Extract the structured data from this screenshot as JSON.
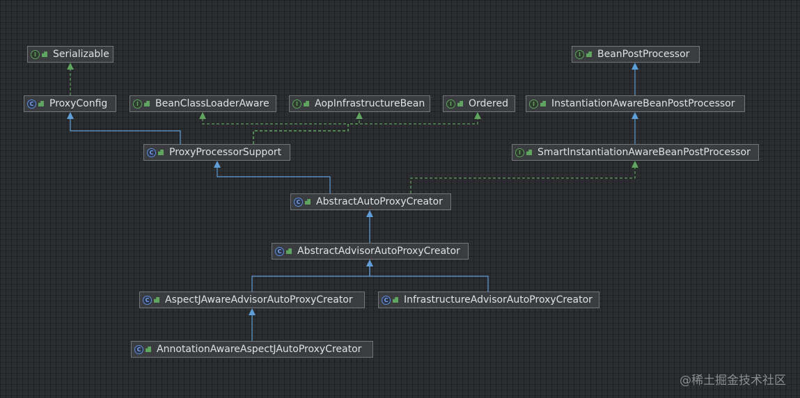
{
  "colors": {
    "background": "#2b2d30",
    "node_fill": "#3a3c3f",
    "node_border": "#73767a",
    "extends_edge": "#5f9ed8",
    "implements_edge": "#5fa45f",
    "interface_icon": "#5fa45f",
    "class_icon": "#5f8fdf"
  },
  "nodes": [
    {
      "id": "serializable",
      "label": "Serializable",
      "kind": "interface",
      "kind_glyph": "I",
      "icon": "interface-icon"
    },
    {
      "id": "bean-post-processor",
      "label": "BeanPostProcessor",
      "kind": "interface",
      "kind_glyph": "I",
      "icon": "interface-icon"
    },
    {
      "id": "proxy-config",
      "label": "ProxyConfig",
      "kind": "class",
      "kind_glyph": "C",
      "icon": "class-icon"
    },
    {
      "id": "bean-class-loader-aware",
      "label": "BeanClassLoaderAware",
      "kind": "interface",
      "kind_glyph": "I",
      "icon": "interface-icon"
    },
    {
      "id": "aop-infrastructure-bean",
      "label": "AopInfrastructureBean",
      "kind": "interface",
      "kind_glyph": "I",
      "icon": "interface-icon"
    },
    {
      "id": "ordered",
      "label": "Ordered",
      "kind": "interface",
      "kind_glyph": "I",
      "icon": "interface-icon"
    },
    {
      "id": "instantiation-aware-bpp",
      "label": "InstantiationAwareBeanPostProcessor",
      "kind": "interface",
      "kind_glyph": "I",
      "icon": "interface-icon"
    },
    {
      "id": "proxy-processor-support",
      "label": "ProxyProcessorSupport",
      "kind": "class",
      "kind_glyph": "C",
      "icon": "class-icon"
    },
    {
      "id": "smart-instantiation-aware-bpp",
      "label": "SmartInstantiationAwareBeanPostProcessor",
      "kind": "interface",
      "kind_glyph": "I",
      "icon": "interface-icon"
    },
    {
      "id": "abstract-auto-proxy-creator",
      "label": "AbstractAutoProxyCreator",
      "kind": "class",
      "kind_glyph": "C",
      "icon": "abstract-class-icon"
    },
    {
      "id": "abstract-advisor-auto-proxy-creator",
      "label": "AbstractAdvisorAutoProxyCreator",
      "kind": "class",
      "kind_glyph": "C",
      "icon": "abstract-class-icon"
    },
    {
      "id": "aspectj-aware-advisor-auto-proxy-creator",
      "label": "AspectJAwareAdvisorAutoProxyCreator",
      "kind": "class",
      "kind_glyph": "C",
      "icon": "class-icon"
    },
    {
      "id": "infrastructure-advisor-auto-proxy-creator",
      "label": "InfrastructureAdvisorAutoProxyCreator",
      "kind": "class",
      "kind_glyph": "C",
      "icon": "class-icon"
    },
    {
      "id": "annotation-aware-aspectj-auto-proxy-creator",
      "label": "AnnotationAwareAspectJAutoProxyCreator",
      "kind": "class",
      "kind_glyph": "C",
      "icon": "class-icon"
    }
  ],
  "edges": [
    {
      "from": "proxy-config",
      "to": "serializable",
      "type": "implements"
    },
    {
      "from": "instantiation-aware-bpp",
      "to": "bean-post-processor",
      "type": "extends"
    },
    {
      "from": "smart-instantiation-aware-bpp",
      "to": "instantiation-aware-bpp",
      "type": "extends"
    },
    {
      "from": "proxy-processor-support",
      "to": "proxy-config",
      "type": "extends"
    },
    {
      "from": "proxy-processor-support",
      "to": "bean-class-loader-aware",
      "type": "implements"
    },
    {
      "from": "proxy-processor-support",
      "to": "aop-infrastructure-bean",
      "type": "implements"
    },
    {
      "from": "proxy-processor-support",
      "to": "ordered",
      "type": "implements"
    },
    {
      "from": "abstract-auto-proxy-creator",
      "to": "proxy-processor-support",
      "type": "extends"
    },
    {
      "from": "abstract-auto-proxy-creator",
      "to": "smart-instantiation-aware-bpp",
      "type": "implements"
    },
    {
      "from": "abstract-advisor-auto-proxy-creator",
      "to": "abstract-auto-proxy-creator",
      "type": "extends"
    },
    {
      "from": "aspectj-aware-advisor-auto-proxy-creator",
      "to": "abstract-advisor-auto-proxy-creator",
      "type": "extends"
    },
    {
      "from": "infrastructure-advisor-auto-proxy-creator",
      "to": "abstract-advisor-auto-proxy-creator",
      "type": "extends"
    },
    {
      "from": "annotation-aware-aspectj-auto-proxy-creator",
      "to": "aspectj-aware-advisor-auto-proxy-creator",
      "type": "extends"
    }
  ],
  "watermark": "@稀土掘金技术社区"
}
